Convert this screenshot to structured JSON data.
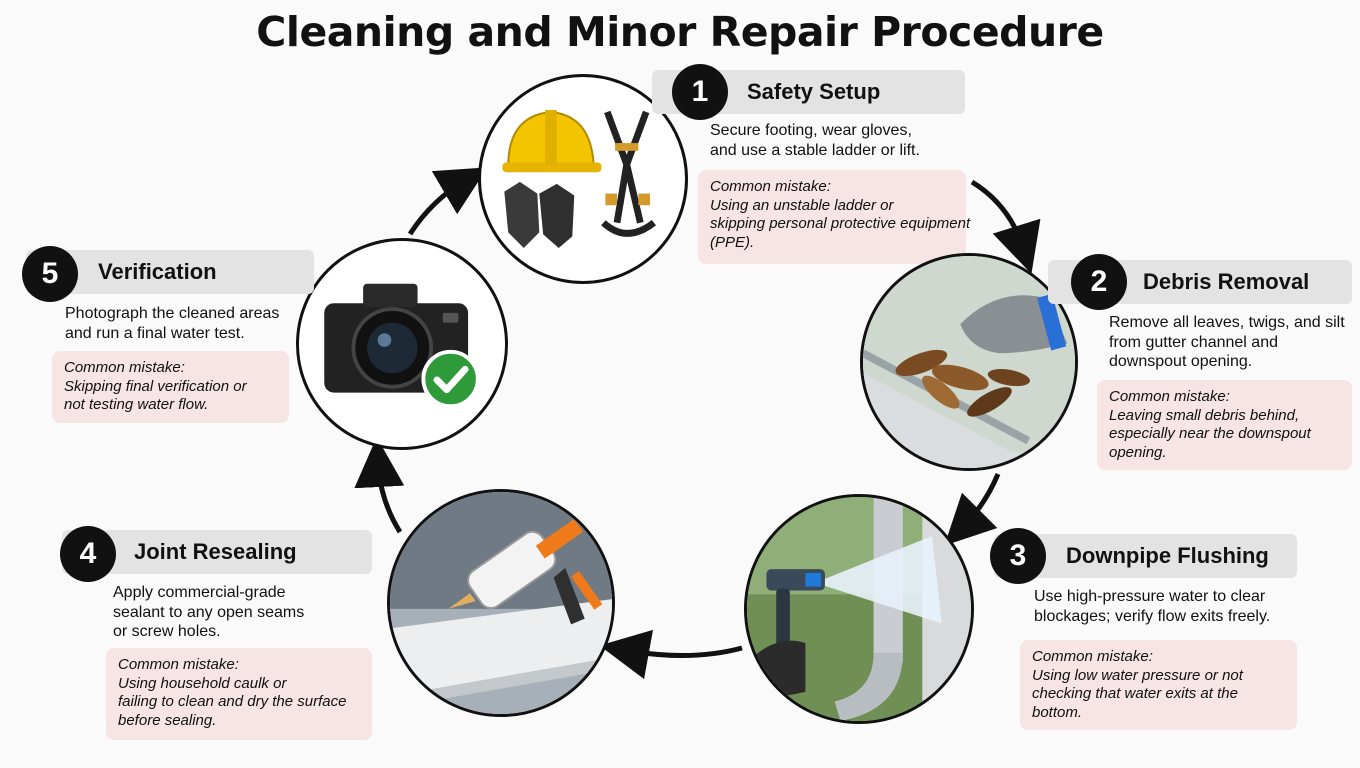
{
  "title": "Cleaning and Minor Repair Procedure",
  "steps": [
    {
      "number": "1",
      "title": "Safety Setup",
      "description": [
        "Secure footing, wear gloves,",
        "and use a stable ladder or lift."
      ],
      "mistake_label": "Common mistake:",
      "mistake": [
        "Using an unstable ladder or",
        "skipping personal protective equipment",
        "(PPE)."
      ],
      "icons": [
        "hard-hat-icon",
        "gloves-icon",
        "safety-harness-icon"
      ]
    },
    {
      "number": "2",
      "title": "Debris Removal",
      "description": [
        "Remove all leaves, twigs, and silt",
        "from gutter channel and",
        "downspout opening."
      ],
      "mistake_label": "Common mistake:",
      "mistake": [
        "Leaving small debris behind,",
        "especially near the downspout",
        "opening."
      ],
      "icons": [
        "gloved-hand-icon",
        "leaves-icon",
        "gutter-icon"
      ]
    },
    {
      "number": "3",
      "title": "Downpipe Flushing",
      "description": [
        "Use high-pressure water to clear",
        "blockages; verify flow exits freely."
      ],
      "mistake_label": "Common mistake:",
      "mistake": [
        "Using low water pressure or not",
        "checking that water exits at the",
        "bottom."
      ],
      "icons": [
        "spray-nozzle-icon",
        "water-jet-icon",
        "downpipe-icon"
      ]
    },
    {
      "number": "4",
      "title": "Joint Resealing",
      "description": [
        "Apply commercial-grade",
        "sealant to any open seams",
        "or screw holes."
      ],
      "mistake_label": "Common mistake:",
      "mistake": [
        "Using household caulk or",
        "failing to clean and dry the surface",
        "before sealing."
      ],
      "icons": [
        "caulk-gun-icon",
        "gutter-icon"
      ]
    },
    {
      "number": "5",
      "title": "Verification",
      "description": [
        "Photograph the cleaned areas",
        "and run a final water test."
      ],
      "mistake_label": "Common mistake:",
      "mistake": [
        "Skipping final verification or",
        "not testing water flow."
      ],
      "icons": [
        "camera-icon",
        "checkmark-icon"
      ]
    }
  ],
  "colors": {
    "badge": "#111111",
    "header": "#e3e3e3",
    "mistake_box": "#f7e4e4",
    "check": "#2e9a3a",
    "hard_hat": "#f5c400"
  }
}
